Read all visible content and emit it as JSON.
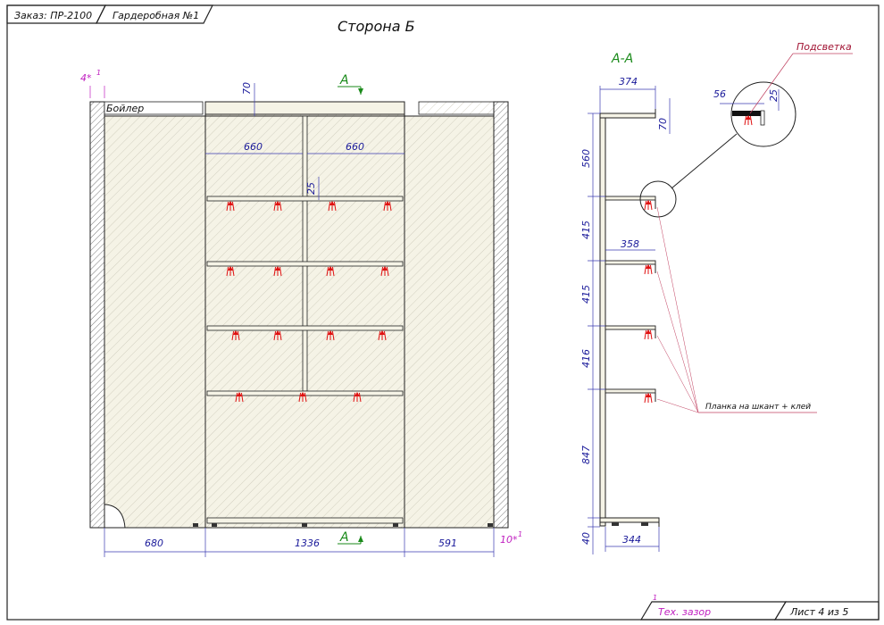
{
  "title_block": {
    "order": "Заказ: ПР-2100",
    "name": "Гардеробная №1",
    "note": "Тех. зазор",
    "sheet": "Лист 4 из 5",
    "note_marker": "1"
  },
  "front_view": {
    "title": "Сторона Б",
    "boiler_label": "Бойлер",
    "section_mark": "A",
    "note_left": "4*",
    "note_right": "10*",
    "note_sup": "1",
    "dims": {
      "top_offset": "70",
      "col_left": "660",
      "col_right": "660",
      "shelf_gap": "25",
      "bottom_left": "680",
      "bottom_center": "1336",
      "bottom_right": "591"
    }
  },
  "section_view": {
    "title": "A-A",
    "dims": {
      "depth_top": "374",
      "top_height": "70",
      "shelf_depth": "358",
      "bottom_depth": "344",
      "h1": "560",
      "h2": "415",
      "h3": "415",
      "h4": "416",
      "h5": "847",
      "h6": "40",
      "detail_w": "56",
      "detail_h": "25"
    },
    "label_light": "Подсветка",
    "label_strip": "Планка на шкант + клей"
  },
  "colors": {
    "line": "#222222",
    "dimension": "#1a1a9a",
    "section_mark": "#1a8a1a",
    "arrow": "#e01010",
    "leader": "#c04060",
    "note": "#c020c0",
    "panel_fill": "#f5f3e6"
  }
}
